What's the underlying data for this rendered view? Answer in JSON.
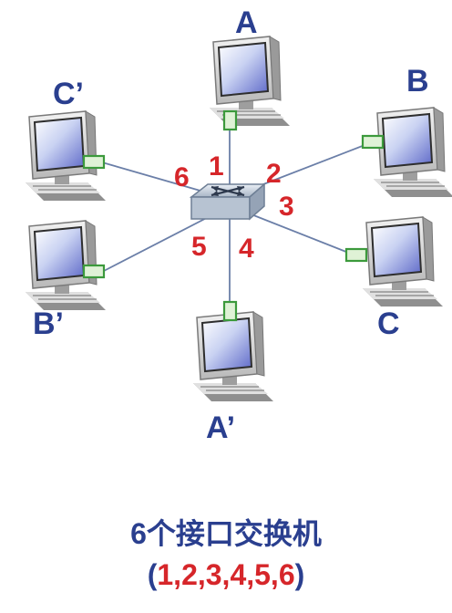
{
  "hosts": {
    "a": "A",
    "b": "B",
    "c": "C",
    "a_prime": "A’",
    "b_prime": "B’",
    "c_prime": "C’"
  },
  "ports": [
    "1",
    "2",
    "3",
    "4",
    "5",
    "6"
  ],
  "caption": {
    "count": "6",
    "title": "个接口交换机",
    "open_paren": "(",
    "port_list": "1,2,3,4,5,6",
    "close_paren": ")"
  },
  "colors": {
    "host_label": "#2a3f8f",
    "port_label": "#d6262a",
    "link": "#6b7fa8",
    "adapter": "#3c9a3c"
  }
}
